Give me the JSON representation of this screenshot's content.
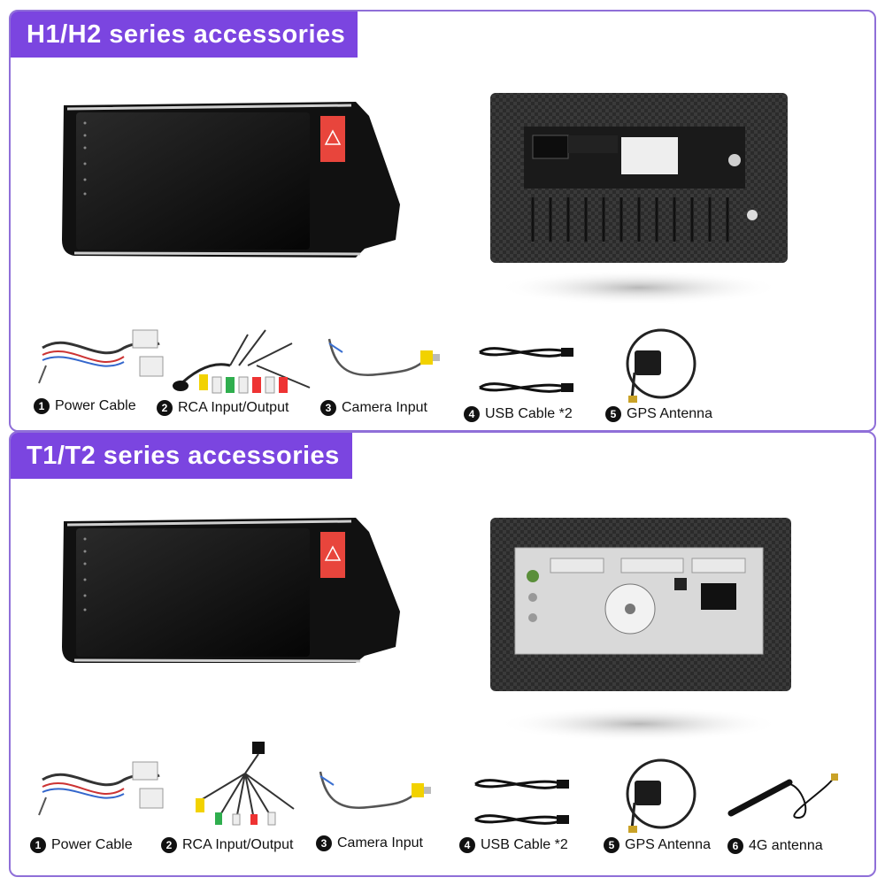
{
  "sections": [
    {
      "title": "H1/H2 series accessories",
      "accessories": [
        {
          "num": "1",
          "label": "Power Cable",
          "icon": "power-cable-harness"
        },
        {
          "num": "2",
          "label": "RCA Input/Output",
          "icon": "rca-cable"
        },
        {
          "num": "3",
          "label": "Camera Input",
          "icon": "camera-input-cable"
        },
        {
          "num": "4",
          "label": "USB Cable *2",
          "icon": "usb-cable"
        },
        {
          "num": "5",
          "label": "GPS Antenna",
          "icon": "gps-antenna"
        }
      ]
    },
    {
      "title": "T1/T2 series accessories",
      "accessories": [
        {
          "num": "1",
          "label": "Power Cable",
          "icon": "power-cable-harness"
        },
        {
          "num": "2",
          "label": "RCA Input/Output",
          "icon": "rca-cable"
        },
        {
          "num": "3",
          "label": "Camera Input",
          "icon": "camera-input-cable"
        },
        {
          "num": "4",
          "label": "USB Cable *2",
          "icon": "usb-cable"
        },
        {
          "num": "5",
          "label": "GPS Antenna",
          "icon": "gps-antenna"
        },
        {
          "num": "6",
          "label": "4G antenna",
          "icon": "4g-antenna"
        }
      ]
    }
  ],
  "colors": {
    "accent": "#7b45e0",
    "border": "#8f6fd8",
    "hazard": "#e8453c"
  }
}
